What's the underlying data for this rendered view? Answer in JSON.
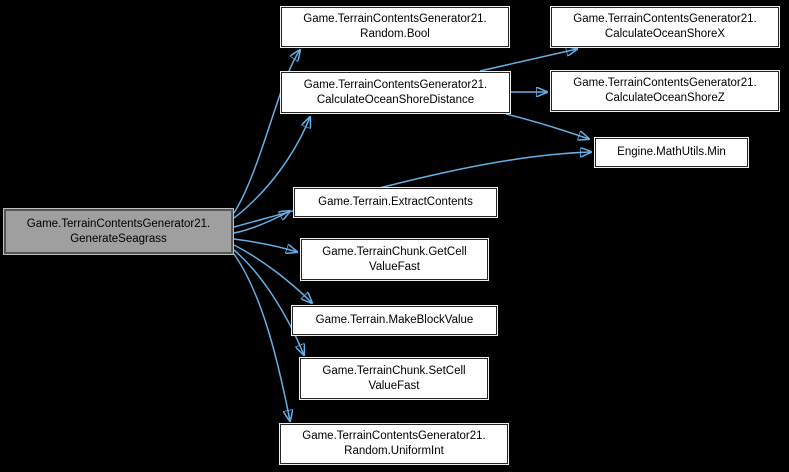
{
  "diagram": {
    "type": "call-graph",
    "background_color": "#000000",
    "edge_color": "#63b0e8",
    "node_fill": "#ffffff",
    "node_border_color": "#242424",
    "main_node_fill": "#9f9f9f",
    "main_node_border_color": "#555555",
    "nodes": {
      "generate_seagrass": {
        "line1": "Game.TerrainContentsGenerator21.",
        "line2": "GenerateSeagrass"
      },
      "random_bool": {
        "line1": "Game.TerrainContentsGenerator21.",
        "line2": "Random.Bool"
      },
      "calculate_ocean_shore_distance": {
        "line1": "Game.TerrainContentsGenerator21.",
        "line2": "CalculateOceanShoreDistance"
      },
      "calculate_ocean_shore_x": {
        "line1": "Game.TerrainContentsGenerator21.",
        "line2": "CalculateOceanShoreX"
      },
      "calculate_ocean_shore_z": {
        "line1": "Game.TerrainContentsGenerator21.",
        "line2": "CalculateOceanShoreZ"
      },
      "mathutils_min": {
        "line1": "Engine.MathUtils.Min"
      },
      "extract_contents": {
        "line1": "Game.Terrain.ExtractContents"
      },
      "get_cell_value_fast": {
        "line1": "Game.TerrainChunk.GetCell",
        "line2": "ValueFast"
      },
      "make_block_value": {
        "line1": "Game.Terrain.MakeBlockValue"
      },
      "set_cell_value_fast": {
        "line1": "Game.TerrainChunk.SetCell",
        "line2": "ValueFast"
      },
      "random_uniform_int": {
        "line1": "Game.TerrainContentsGenerator21.",
        "line2": "Random.UniformInt"
      }
    },
    "edges": [
      {
        "from": "generate_seagrass",
        "to": "random_bool"
      },
      {
        "from": "generate_seagrass",
        "to": "calculate_ocean_shore_distance"
      },
      {
        "from": "generate_seagrass",
        "to": "mathutils_min"
      },
      {
        "from": "generate_seagrass",
        "to": "extract_contents"
      },
      {
        "from": "generate_seagrass",
        "to": "get_cell_value_fast"
      },
      {
        "from": "generate_seagrass",
        "to": "make_block_value"
      },
      {
        "from": "generate_seagrass",
        "to": "set_cell_value_fast"
      },
      {
        "from": "generate_seagrass",
        "to": "random_uniform_int"
      },
      {
        "from": "calculate_ocean_shore_distance",
        "to": "calculate_ocean_shore_x"
      },
      {
        "from": "calculate_ocean_shore_distance",
        "to": "calculate_ocean_shore_z"
      },
      {
        "from": "calculate_ocean_shore_distance",
        "to": "mathutils_min"
      }
    ]
  }
}
